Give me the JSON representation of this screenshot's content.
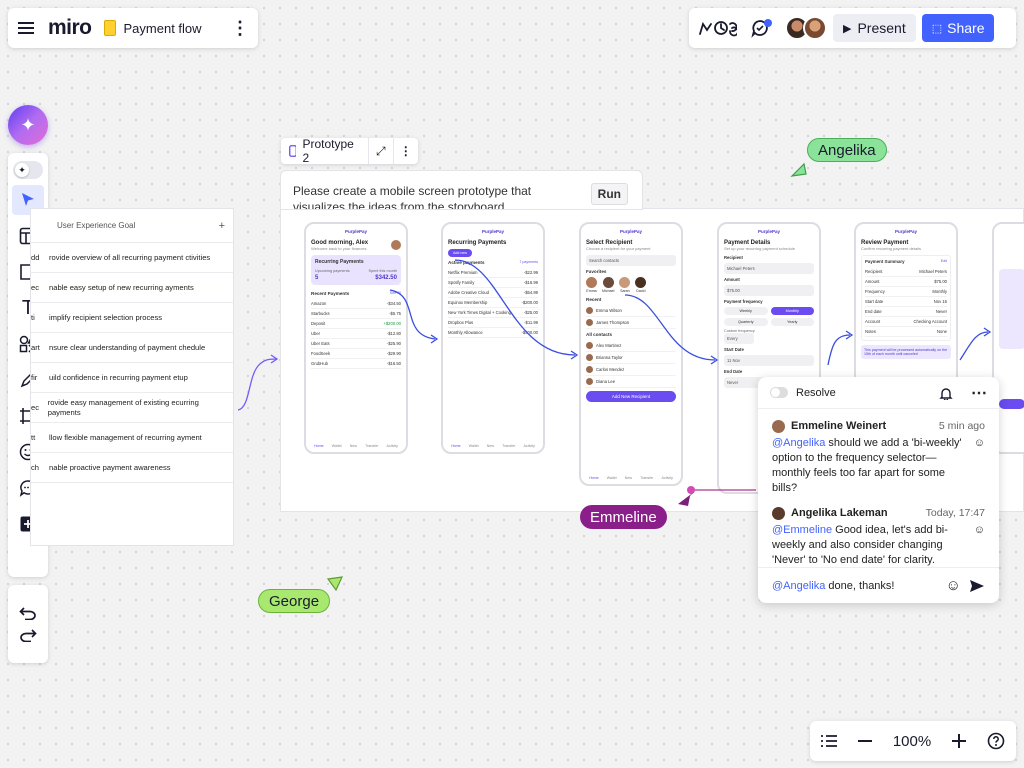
{
  "app": {
    "logo": "miro",
    "board_name": "Payment flow"
  },
  "header": {
    "present_label": "Present",
    "share_label": "Share"
  },
  "prototype": {
    "label": "Prototype 2",
    "prompt": "Please create a mobile screen prototype that visualizes the ideas from the storyboard",
    "run_label": "Run"
  },
  "goals": {
    "header": "User Experience Goal",
    "add": "+",
    "items": [
      {
        "cut": "dd",
        "text": "rovide overview of all recurring payment ctivities"
      },
      {
        "cut": "ec",
        "text": "nable easy setup of new recurring ayments"
      },
      {
        "cut": "ti",
        "text": "implify recipient selection process"
      },
      {
        "cut": "art",
        "text": "nsure clear understanding of payment chedule"
      },
      {
        "cut": "fir",
        "text": "uild confidence in recurring payment etup"
      },
      {
        "cut": "ec",
        "text": "rovide easy management of existing ecurring payments"
      },
      {
        "cut": "tt",
        "text": "llow flexible management of recurring ayment"
      },
      {
        "cut": "ch",
        "text": "nable proactive payment awareness"
      }
    ]
  },
  "phones": {
    "brand": "PurplePay",
    "p1": {
      "title": "Good morning, Alex",
      "sub": "Welcome back to your finances",
      "box_title": "Recurring Payments",
      "box_a": "Upcoming payments",
      "box_b": "Spent this month",
      "box_a_val": "5",
      "box_b_val": "$342.50",
      "section": "Recent Payments",
      "see_all": "See All",
      "rows": [
        {
          "n": "Amazon",
          "v": "-$34.50"
        },
        {
          "n": "Starbucks",
          "v": "-$5.75"
        },
        {
          "n": "Deposit",
          "v": "+$200.00"
        },
        {
          "n": "Uber",
          "v": "-$12.80"
        },
        {
          "n": "Uber Eats",
          "v": "-$25.90"
        },
        {
          "n": "FoodSeek",
          "v": "-$29.90"
        },
        {
          "n": "GrubHub",
          "v": "-$16.50"
        }
      ]
    },
    "p2": {
      "title": "Recurring Payments",
      "add": "Add new",
      "section": "Active payments",
      "count": "7 payments",
      "rows": [
        {
          "n": "Netflix Premium",
          "v": "-$22.99"
        },
        {
          "n": "Spotify Family",
          "v": "-$16.99"
        },
        {
          "n": "Adobe Creative Cloud",
          "v": "-$54.99"
        },
        {
          "n": "Equinox Membership",
          "v": "-$200.00"
        },
        {
          "n": "New York Times Digital + Cooking",
          "v": "-$25.00"
        },
        {
          "n": "Dropbox Plus",
          "v": "-$11.99"
        },
        {
          "n": "Monthly Allowance",
          "v": "-$500.00"
        }
      ]
    },
    "p3": {
      "title": "Select Recipient",
      "sub": "Choose a recipient for your payment",
      "search": "Search contacts",
      "fav": "Favorites",
      "favs": [
        "Emma",
        "Michael",
        "Sarah",
        "David"
      ],
      "recent": "Recent",
      "recents": [
        "Emma Wilson",
        "James Thompson"
      ],
      "all": "All contacts",
      "contacts": [
        "Alex Martinez",
        "Brianna Taylor",
        "Carlos Mendez",
        "Diana Lee"
      ],
      "cta": "Add New Recipient"
    },
    "p4": {
      "title": "Payment Details",
      "sub": "Set up your recurring payment schedule",
      "recipient": "Recipient",
      "recipient_name": "Michael Peters",
      "amount": "Amount",
      "amount_val": "$75.00",
      "freq": "Payment frequency",
      "freqs": [
        "Weekly",
        "Monthly",
        "Quarterly",
        "Yearly"
      ],
      "custom": "Custom frequency",
      "every": "Every",
      "start": "Start Date",
      "start_val": "11 Nov",
      "end": "End Date",
      "end_val": "Never"
    },
    "p5": {
      "title": "Review Payment",
      "sub": "Confirm recurring payment details",
      "summary": "Payment Summary",
      "edit": "Edit",
      "rows": [
        {
          "n": "Recipient",
          "v": "Michael Peters"
        },
        {
          "n": "Amount",
          "v": "$75.00"
        },
        {
          "n": "Frequency",
          "v": "Monthly"
        },
        {
          "n": "Start date",
          "v": "Nov 15"
        },
        {
          "n": "End date",
          "v": "Never"
        },
        {
          "n": "Account",
          "v": "Checking Account"
        },
        {
          "n": "Notes",
          "v": "None"
        }
      ],
      "note": "This payment will be processed automatically on the 15th of each month until canceled"
    },
    "tabs": [
      "Home",
      "Wallet",
      "New",
      "Transfer",
      "Activity"
    ]
  },
  "cursors": {
    "angelika": "Angelika",
    "emmeline": "Emmeline",
    "george": "George"
  },
  "comment": {
    "resolve": "Resolve",
    "messages": [
      {
        "author": "Emmeline Weinert",
        "time": "5 min ago",
        "mention": "@Angelika",
        "text": " should we add a 'bi-weekly' option to the frequency selector—monthly feels too far apart for some bills?"
      },
      {
        "author": "Angelika Lakeman",
        "time": "Today, 17:47",
        "mention": "@Emmeline",
        "text": " Good idea, let's add bi-weekly and also consider changing 'Never' to 'No end date' for clarity."
      }
    ],
    "reply_mention": "@Angelika",
    "reply_text": " done, thanks!"
  },
  "zoom": {
    "level": "100%"
  },
  "colors": {
    "accent": "#4262ff",
    "purple": "#6a4cf0",
    "angelika_tag": "#8be39a",
    "emmeline_tag": "#8a1f8a",
    "george_tag": "#a9e86f"
  }
}
